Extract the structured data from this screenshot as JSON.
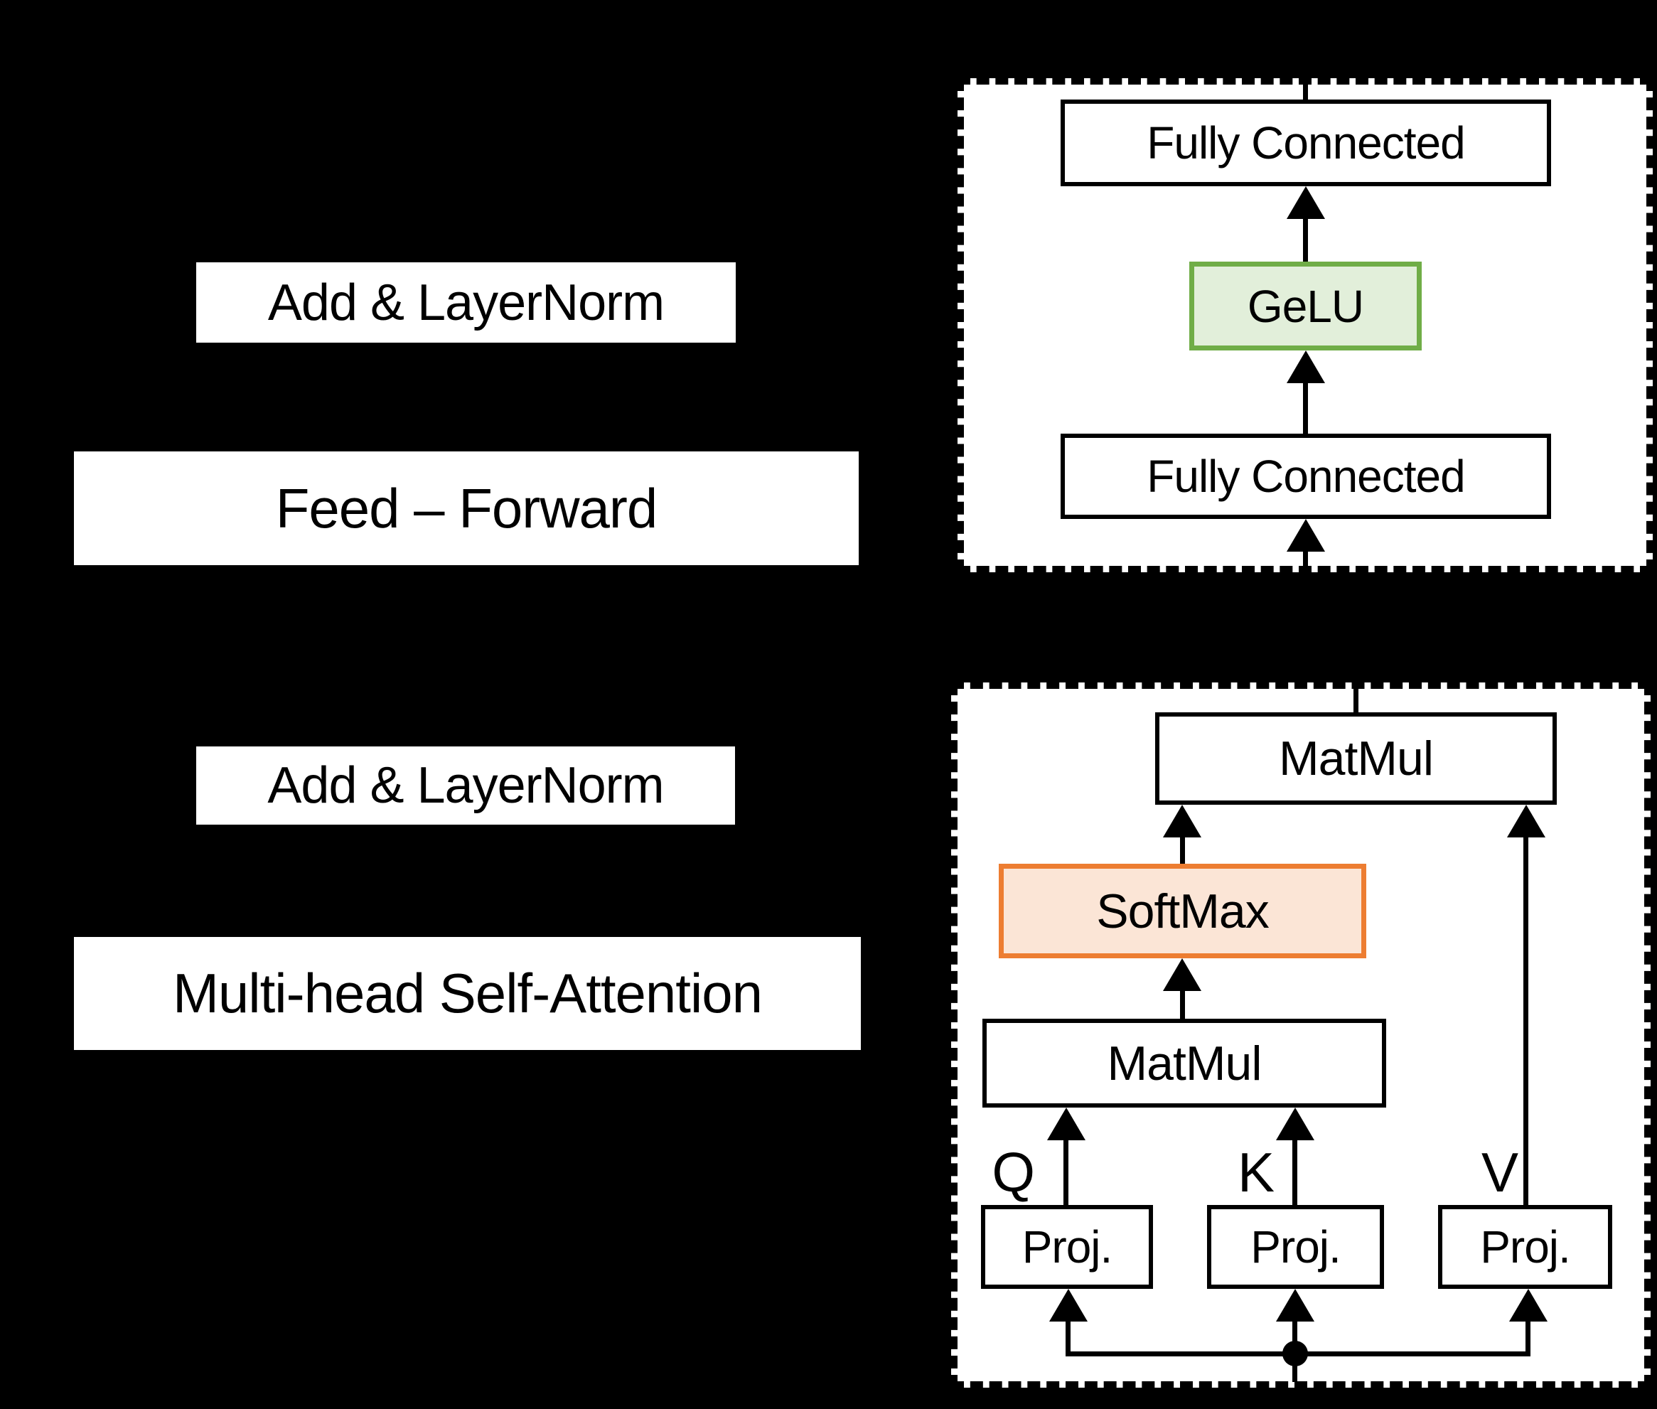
{
  "left_labels": {
    "add_layernorm_top": "Add & LayerNorm",
    "feed_forward": "Feed – Forward",
    "add_layernorm_bottom": "Add & LayerNorm",
    "mhsa": "Multi-head Self-Attention"
  },
  "ff_detail": {
    "fully_connected_top": "Fully Connected",
    "gelu": "GeLU",
    "fully_connected_bottom": "Fully Connected"
  },
  "attn_detail": {
    "matmul_top": "MatMul",
    "softmax": "SoftMax",
    "matmul_bottom": "MatMul",
    "q_label": "Q",
    "k_label": "K",
    "v_label": "V",
    "proj_q": "Proj.",
    "proj_k": "Proj.",
    "proj_v": "Proj."
  },
  "colors": {
    "background": "#000000",
    "panel": "#FFFFFF",
    "line": "#000000",
    "gelu_border": "#70AD47",
    "gelu_fill": "#E2EFDA",
    "softmax_border": "#ED7D31",
    "softmax_fill": "#FBE5D6"
  },
  "icons": {
    "arrowhead_up": "css-triangle-up",
    "junction_dot": "css-filled-circle"
  }
}
